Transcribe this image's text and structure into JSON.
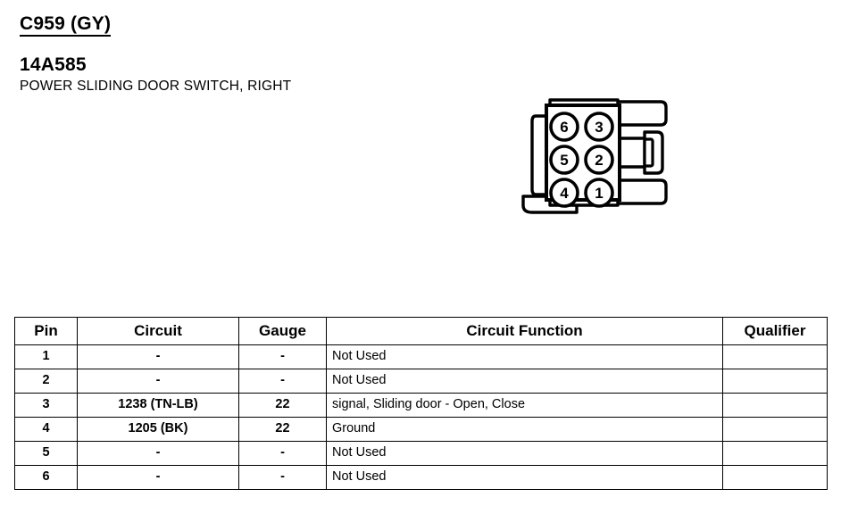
{
  "header": {
    "connector_id": "C959 (GY)",
    "part_number": "14A585",
    "description": "POWER SLIDING DOOR SWITCH, RIGHT"
  },
  "connector": {
    "name": "6-way-connector-face-view",
    "pin_count": 6,
    "pin_labels": [
      "6",
      "3",
      "5",
      "2",
      "4",
      "1"
    ],
    "pins": [
      {
        "label": "6",
        "col": 0,
        "row": 0
      },
      {
        "label": "3",
        "col": 1,
        "row": 0
      },
      {
        "label": "5",
        "col": 0,
        "row": 1
      },
      {
        "label": "2",
        "col": 1,
        "row": 1
      },
      {
        "label": "4",
        "col": 0,
        "row": 2
      },
      {
        "label": "1",
        "col": 1,
        "row": 2
      }
    ],
    "outline_color": "#000000",
    "fill_color": "#ffffff"
  },
  "table": {
    "columns": [
      "Pin",
      "Circuit",
      "Gauge",
      "Circuit Function",
      "Qualifier"
    ],
    "rows": [
      {
        "pin": "1",
        "circuit": "-",
        "gauge": "-",
        "function": "Not Used",
        "qualifier": ""
      },
      {
        "pin": "2",
        "circuit": "-",
        "gauge": "-",
        "function": "Not Used",
        "qualifier": ""
      },
      {
        "pin": "3",
        "circuit": "1238 (TN-LB)",
        "gauge": "22",
        "function": "signal, Sliding door - Open, Close",
        "qualifier": ""
      },
      {
        "pin": "4",
        "circuit": "1205 (BK)",
        "gauge": "22",
        "function": "Ground",
        "qualifier": ""
      },
      {
        "pin": "5",
        "circuit": "-",
        "gauge": "-",
        "function": "Not Used",
        "qualifier": ""
      },
      {
        "pin": "6",
        "circuit": "-",
        "gauge": "-",
        "function": "Not Used",
        "qualifier": ""
      }
    ]
  }
}
